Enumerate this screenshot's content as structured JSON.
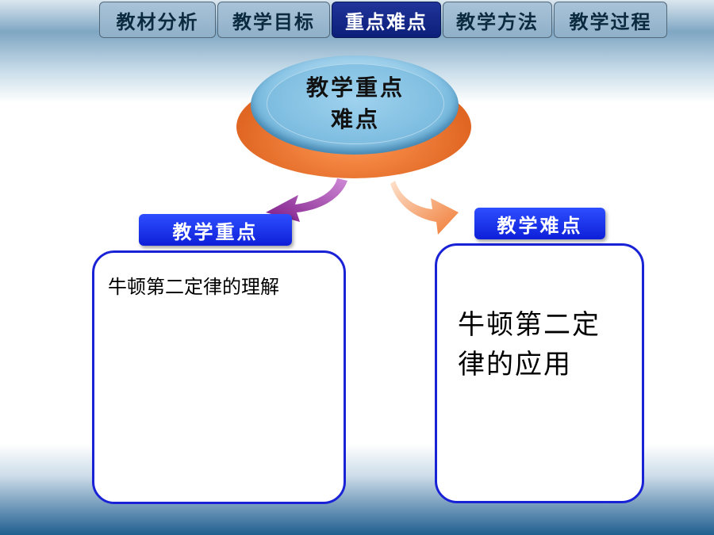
{
  "nav": {
    "tabs": [
      {
        "label": "教材分析",
        "active": false
      },
      {
        "label": "教学目标",
        "active": false
      },
      {
        "label": "重点难点",
        "active": true
      },
      {
        "label": "教学方法",
        "active": false
      },
      {
        "label": "教学过程",
        "active": false
      }
    ]
  },
  "hub": {
    "line1": "教学重点",
    "line2": "难点"
  },
  "left": {
    "label": "教学重点",
    "content": "牛顿第二定律的理解"
  },
  "right": {
    "label": "教学难点",
    "content": "牛顿第二定律的应用"
  },
  "colors": {
    "arrow_left": "#9b2fa0",
    "arrow_right": "#f38a4a",
    "tab_active": "#0c1f7a",
    "box_border": "#1a22d6"
  }
}
